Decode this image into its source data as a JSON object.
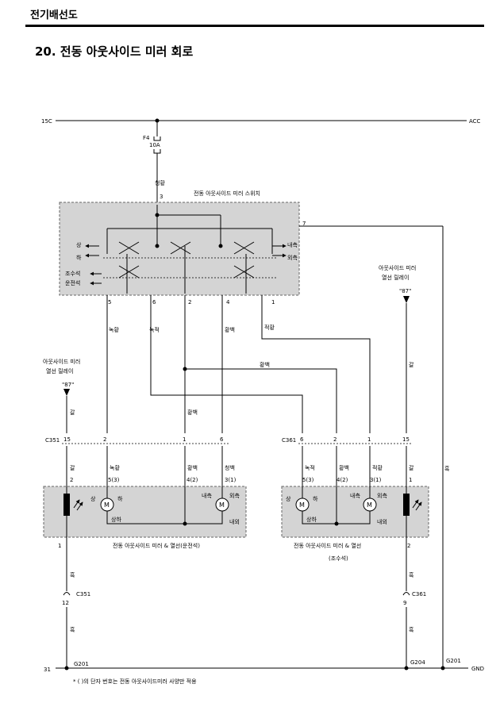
{
  "header": {
    "section": "전기배선도",
    "title": "20. 전동 아웃사이드 미러 회로"
  },
  "rails": {
    "left": "15C",
    "right": "ACC",
    "ground_right": "GND"
  },
  "fuse": {
    "name": "F4",
    "rating": "10A"
  },
  "switch_box": {
    "title": "전동 아웃사이드 미러 스위치",
    "input_wire": "청황",
    "input_pin": "3",
    "pin7": "7",
    "labels": {
      "up": "상",
      "down": "하",
      "in": "내측",
      "out": "외측",
      "passenger": "조수석",
      "driver": "운전석"
    },
    "pins": [
      "5",
      "6",
      "2",
      "4",
      "1"
    ]
  },
  "wires": {
    "sw5": "녹황",
    "sw6": "녹적",
    "sw4": "황백",
    "sw1": "적황",
    "mid": "황백",
    "ground": "흑",
    "left_relay": "갈",
    "right_relay": "갈",
    "pin7": "흑"
  },
  "relay_left": {
    "line1": "아웃사이드 미러",
    "line2": "열선 릴레이",
    "pin": "\"87\""
  },
  "relay_right": {
    "line1": "아웃사이드 미러",
    "line2": "열선 릴레이",
    "pin": "\"87\""
  },
  "connector_c351": {
    "name": "C351",
    "pins": [
      "15",
      "2",
      "1",
      "6"
    ],
    "wires": [
      "갈",
      "녹황",
      "황백",
      "청백"
    ],
    "mirror_pins": [
      "2",
      "5(3)",
      "4(2)",
      "3(1)"
    ]
  },
  "connector_c361": {
    "name": "C361",
    "pins": [
      "6",
      "2",
      "1",
      "15"
    ],
    "wires": [
      "녹적",
      "황백",
      "적황",
      "갈"
    ],
    "mirror_pins": [
      "5(3)",
      "4(2)",
      "3(1)",
      "1"
    ]
  },
  "mirror_driver": {
    "caption": "전동 아웃사이드 미러 & 열선(운전석)",
    "m": "M",
    "up": "상",
    "down": "하",
    "updown": "상하",
    "in": "내측",
    "out": "외측",
    "inout": "내외",
    "ground_pin": "1"
  },
  "mirror_passenger": {
    "caption_line1": "전동 아웃사이드 미러 & 열선",
    "caption_line2": "(조수석)",
    "m": "M",
    "up": "상",
    "down": "하",
    "updown": "상하",
    "in": "내측",
    "out": "외측",
    "inout": "내외",
    "ground_pin": "2"
  },
  "ground_left": {
    "connector": "C351",
    "pin": "12",
    "left_num": "31",
    "ground": "G201"
  },
  "ground_right": {
    "connector": "C361",
    "pin": "9",
    "ground": "G204",
    "ground2": "G201"
  },
  "footnote": "* ( )의 단자 번호는 전동 아웃사이드미러 사양만 적용"
}
